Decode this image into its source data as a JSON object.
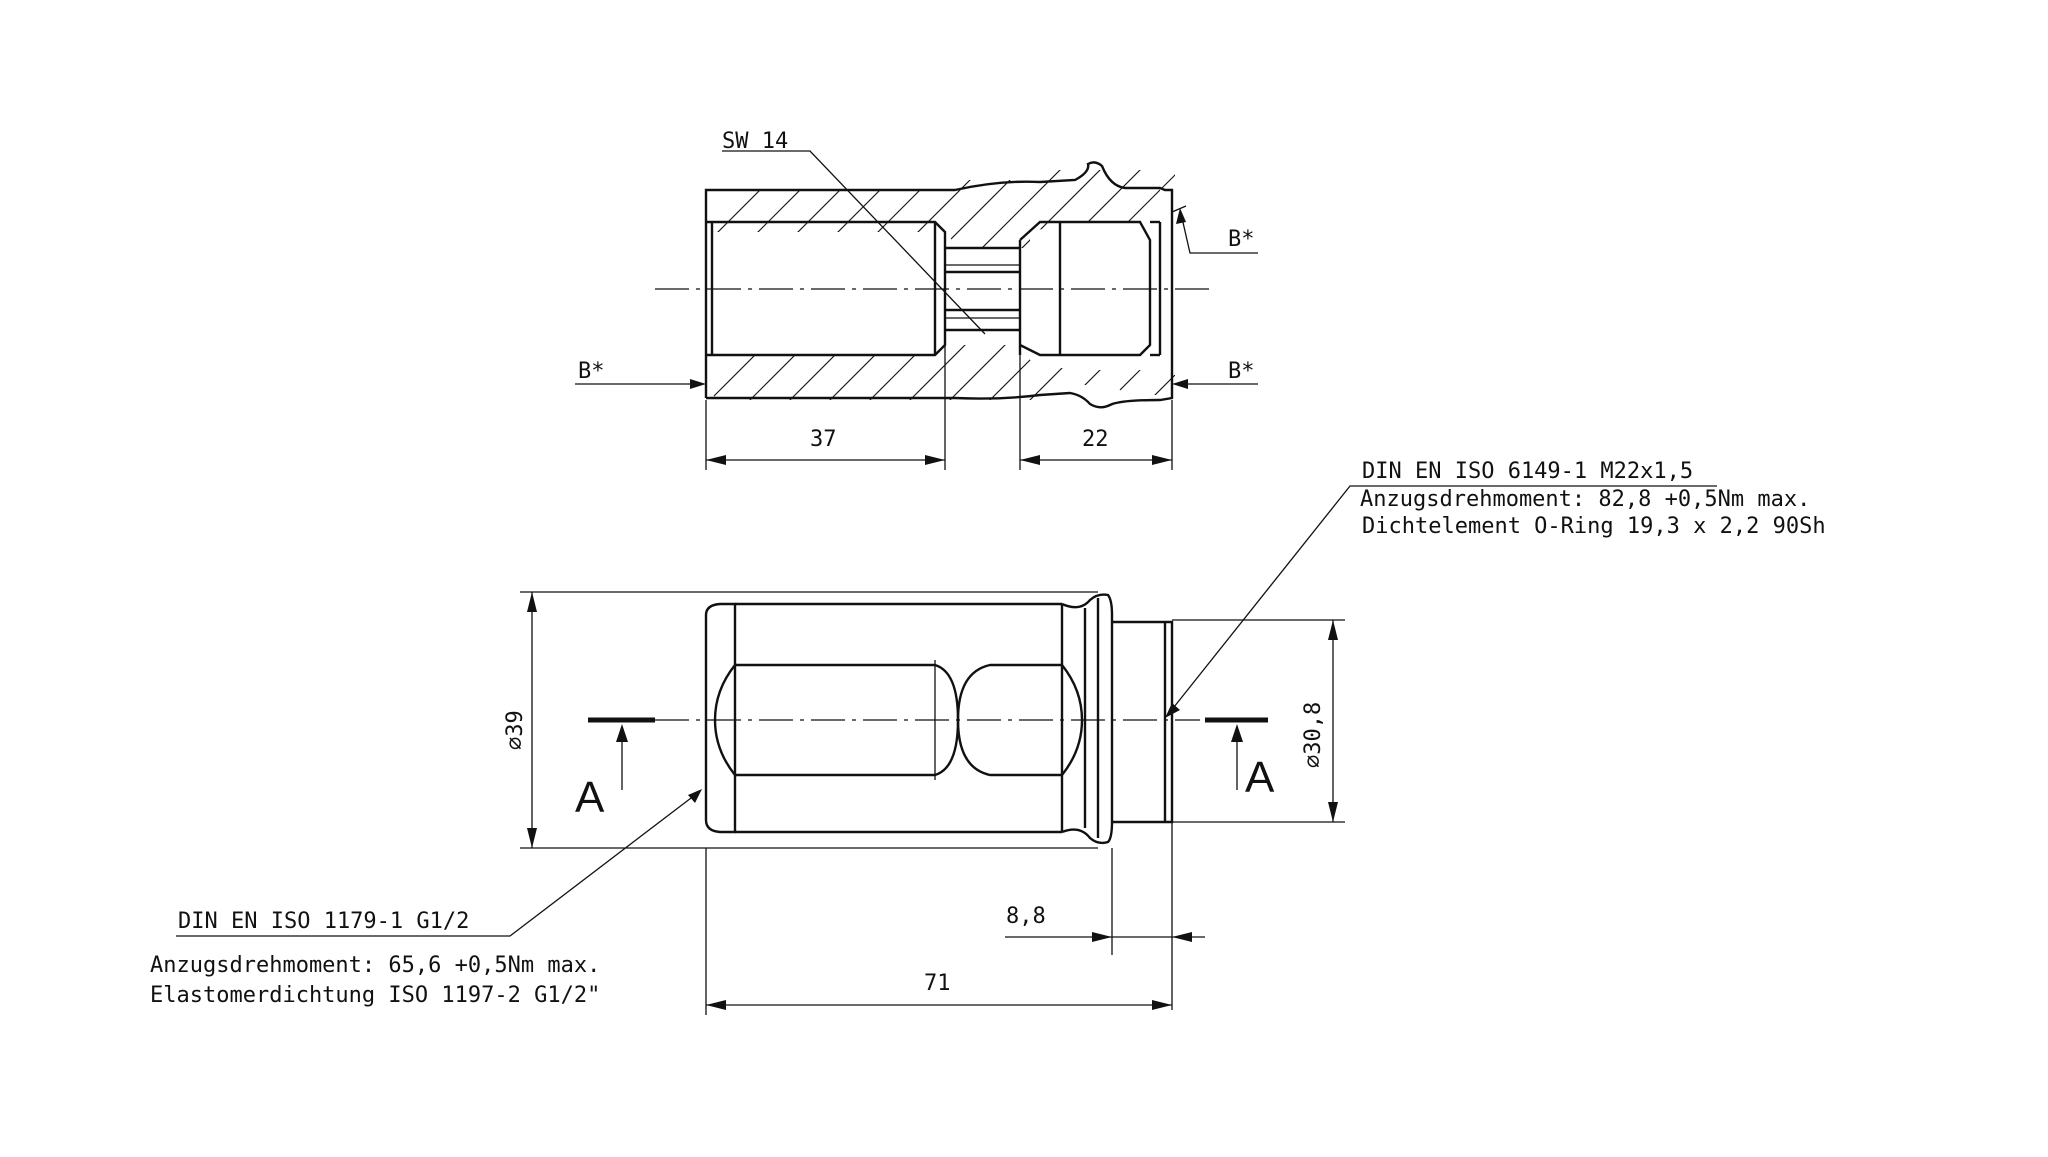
{
  "top_view": {
    "wrench_size": "SW 14",
    "section_mark_left": "B*",
    "section_mark_right_top": "B*",
    "section_mark_right_bottom": "B*",
    "dim_bore_depth": "37",
    "dim_thread_depth": "22"
  },
  "callout_right": {
    "line1": "DIN EN ISO 6149-1 M22x1,5",
    "line2": "Anzugsdrehmoment: 82,8 +0,5Nm  max.",
    "line3": "Dichtelement O-Ring 19,3 x 2,2 90Sh"
  },
  "callout_left": {
    "line1": "DIN EN ISO 1179-1 G1/2",
    "line2": "Anzugsdrehmoment: 65,6 +0,5Nm max.",
    "line3": "Elastomerdichtung ISO 1197-2 G1/2\""
  },
  "side_view": {
    "dim_diameter_large": "⌀39",
    "dim_diameter_small": "⌀30,8",
    "dim_spigot": "8,8",
    "dim_total_length": "71",
    "section_letter_left": "A",
    "section_letter_right": "A"
  }
}
